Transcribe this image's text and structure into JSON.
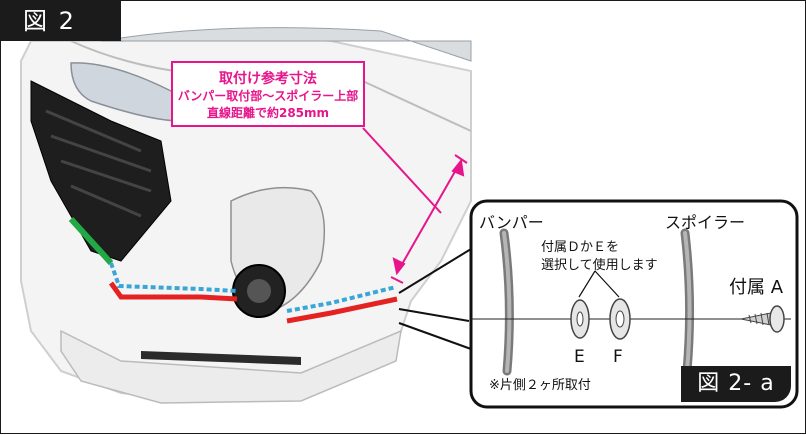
{
  "figure_label": "図 2",
  "callout": {
    "title": "取付け参考寸法",
    "line2": "バンパー取付部～スポイラー上部",
    "line3": "直線距離で約285mm"
  },
  "inset": {
    "bumper_label": "バンパー",
    "spoiler_label": "スポイラー",
    "choose_line1": "付属ＤかＥを",
    "choose_line2": "選択して使用します",
    "attachment_a": "付属 A",
    "washer_e": "E",
    "washer_f": "F",
    "note": "※片側２ヶ所取付",
    "sub_figure_label": "図 2- a"
  },
  "colors": {
    "magenta": "#e6158c",
    "red_line": "#e52222",
    "blue_dotted": "#3aa6d8",
    "green_mark": "#22a845",
    "label_bg": "#1b1b1b"
  }
}
